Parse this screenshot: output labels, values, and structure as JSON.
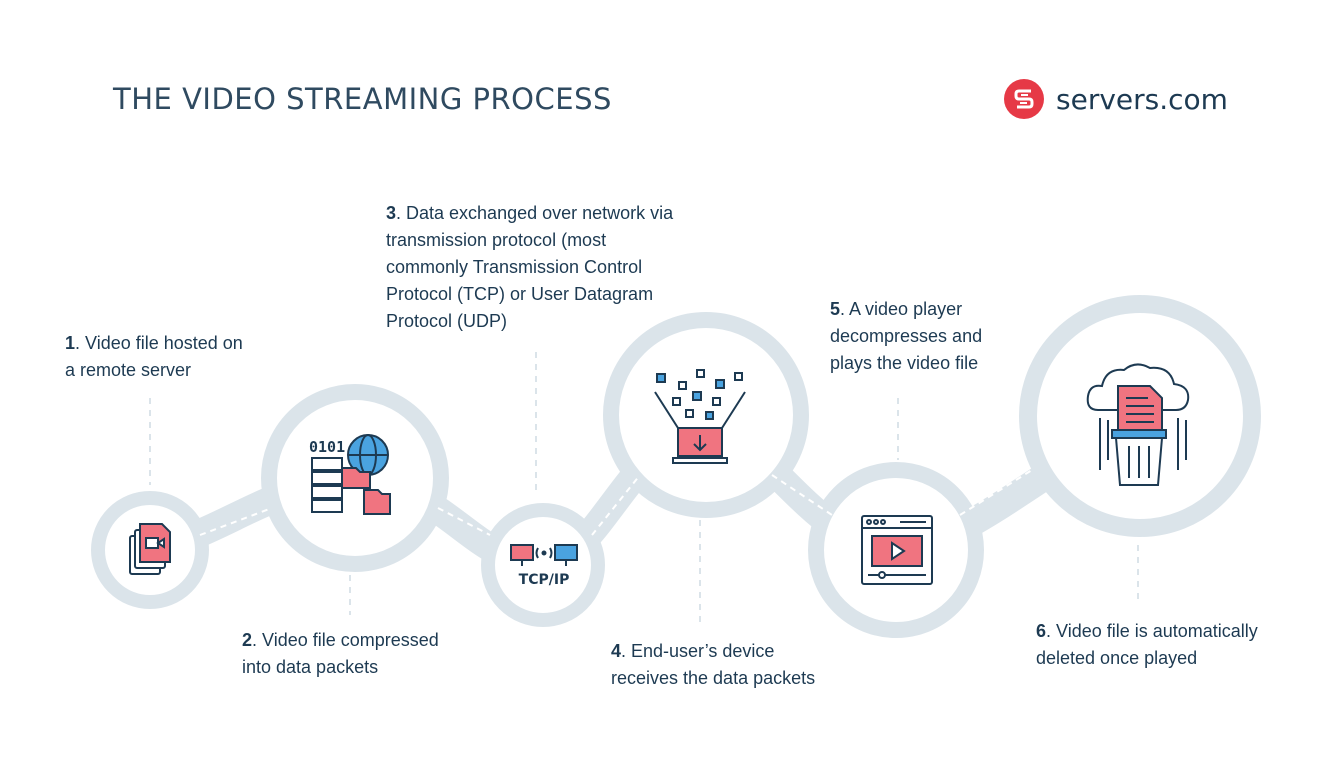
{
  "header": {
    "title": "THE VIDEO STREAMING PROCESS",
    "brand": "servers.com"
  },
  "colors": {
    "track": "#dbe4ea",
    "accent": "#f07480",
    "outline": "#1d3a52",
    "blue": "#4aa3e0",
    "brand_red": "#e63946"
  },
  "steps": [
    {
      "num": "1",
      "text": ". Video file hosted on a remote server",
      "icon": "video-file-icon"
    },
    {
      "num": "2",
      "text": ". Video file compressed into data packets",
      "icon": "server-folders-globe-icon"
    },
    {
      "num": "3",
      "text": ". Data exchanged over network via transmission protocol (most commonly Transmission Control Protocol (TCP) or User Datagram Protocol (UDP)",
      "icon": "tcp-ip-icon"
    },
    {
      "num": "4",
      "text": ". End-user’s device receives the data packets",
      "icon": "laptop-download-icon"
    },
    {
      "num": "5",
      "text": ". A video player decompresses and plays the video file",
      "icon": "video-player-icon"
    },
    {
      "num": "6",
      "text": ". Video file is automatically deleted once played",
      "icon": "cloud-trash-icon"
    }
  ],
  "icon_labels": {
    "binary": "0101",
    "protocol": "TCP/IP"
  }
}
